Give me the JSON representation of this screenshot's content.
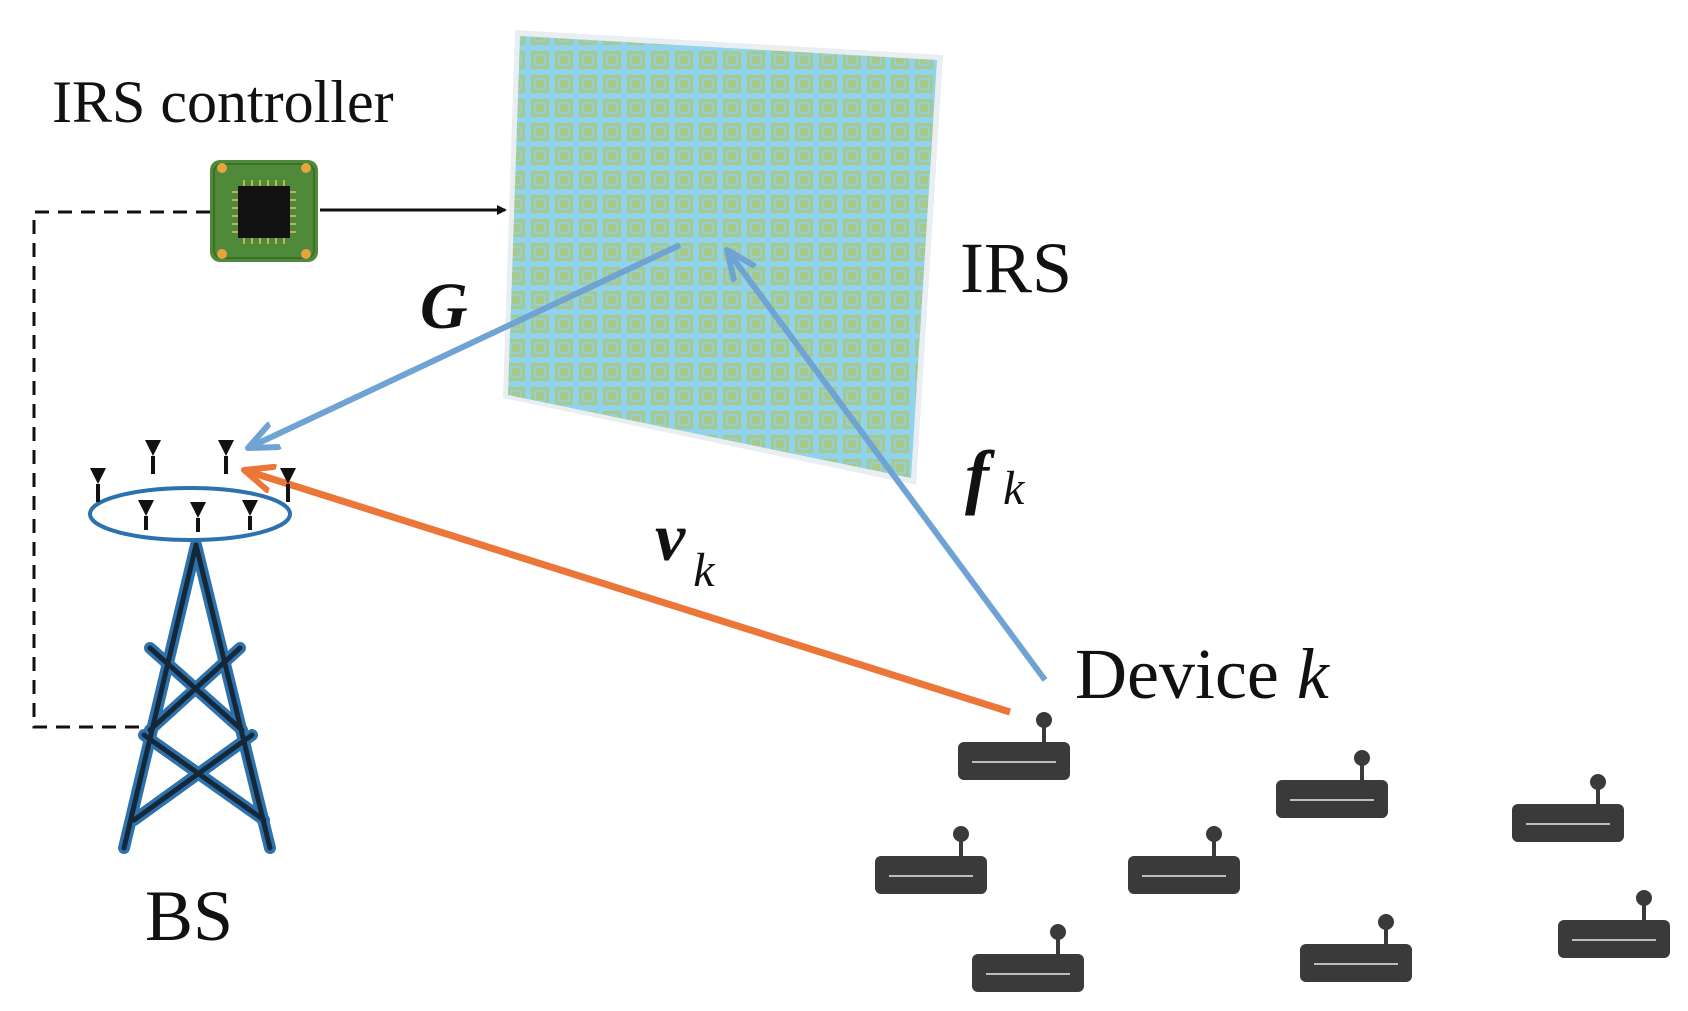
{
  "labels": {
    "irs_controller": "IRS controller",
    "irs": "IRS",
    "bs": "BS",
    "device": "Device",
    "device_index": "k",
    "channel_g": "G",
    "channel_f": "f",
    "channel_f_sub": "k",
    "channel_v": "v",
    "channel_v_sub": "k"
  },
  "colors": {
    "reflect_link": "#6fa3d3",
    "direct_link": "#ec7637",
    "tower": "#2e72ad",
    "irs_panel": "#8ed1ea",
    "irs_element": "#a9c98f",
    "device_body": "#3a3a3a",
    "chip_board": "#4f8a3a"
  },
  "icons": {
    "controller": "chip-icon",
    "base_station": "tower-icon",
    "device": "iot-device-icon",
    "irs": "reflecting-surface-icon"
  }
}
